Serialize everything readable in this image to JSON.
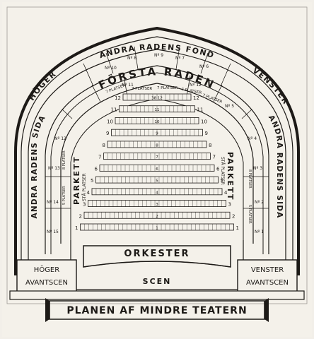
{
  "title": "PLANEN AF MINDRE TEATERN",
  "arc_labels": {
    "andra_radens_fond": "ANDRA RADENS FOND",
    "forsta_raden": "FÖRSTA RADEN",
    "hoger": "HÖGER",
    "venster": "VENSTER",
    "andra_radens_sida_left": "ANDRA RADENS SIDA",
    "andra_radens_sida_right": "ANDRA RADENS SIDA",
    "parkett_left": "PARKETT",
    "parkett_right": "PARKETT",
    "sta_platser_left": "STÅ PLATSER",
    "sta_platser_right": "STÅ PLATSER"
  },
  "boxes": {
    "fond": [
      "Nº 8",
      "Nº 9",
      "Nº 10"
    ],
    "forsta_top": [
      "Nº 11",
      "Nº 12",
      "Nº 7",
      "Nº 6",
      "Nº 5"
    ],
    "left_side": [
      "Nº 12",
      "Nº 13",
      "Nº 14",
      "Nº 15"
    ],
    "right_side": [
      "Nº 4",
      "Nº 3",
      "Nº 2",
      "Nº 1"
    ],
    "platser": [
      "7 PLATSER",
      "7 PLATSER",
      "7 PLATSER",
      "7 PLATSER",
      "7 PLATSER"
    ],
    "side_platser": [
      "5 PLATSER",
      "8 PLATSER",
      "8 PLATSER",
      "5 PLATSER"
    ]
  },
  "parkett_rows": {
    "left": [
      "12",
      "11",
      "10",
      "9",
      "8",
      "7",
      "6",
      "5",
      "4",
      "3",
      "2",
      "1"
    ],
    "right": [
      "12",
      "11",
      "10",
      "9",
      "8",
      "7",
      "6",
      "5",
      "4",
      "3",
      "2",
      "1"
    ],
    "center_marks": [
      "38 12",
      "11",
      "10",
      "9",
      "8",
      "7",
      "6",
      "5",
      "4",
      "3",
      "2",
      "1"
    ]
  },
  "orkester": "ORKESTER",
  "scen": "SCEN",
  "hoger_avantscen": [
    "HÖGER",
    "AVANTSCEN"
  ],
  "venster_avantscen": [
    "VENSTER",
    "AVANTSCEN"
  ]
}
